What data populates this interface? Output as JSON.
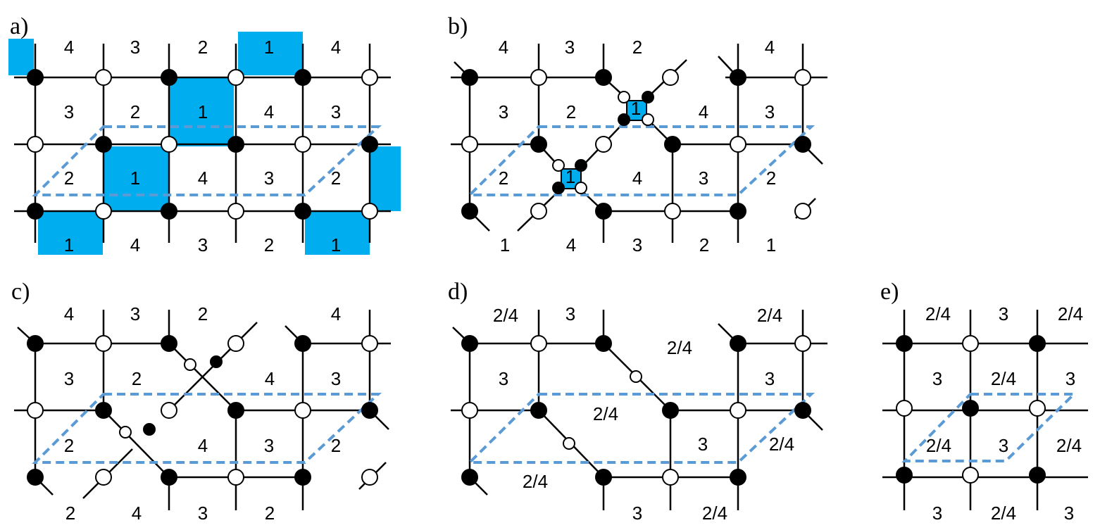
{
  "colors": {
    "face_fill": "#00aeef",
    "edge": "#000000",
    "fundamental_domain": "#5b9bd5",
    "black_node": "#000000",
    "white_node": "#ffffff"
  },
  "panels": [
    {
      "id": "a",
      "label": "a)",
      "faces": [
        "4",
        "3",
        "2",
        "1",
        "4",
        "3",
        "2",
        "1",
        "4",
        "3",
        "2",
        "1",
        "4",
        "3",
        "2",
        "1",
        "4",
        "3",
        "2",
        "1"
      ]
    },
    {
      "id": "b",
      "label": "b)",
      "faces": [
        "4",
        "3",
        "2",
        "4",
        "3",
        "2",
        "1",
        "4",
        "3",
        "2",
        "1",
        "4",
        "3",
        "2",
        "1",
        "4",
        "3",
        "2",
        "1"
      ]
    },
    {
      "id": "c",
      "label": "c)",
      "faces": [
        "4",
        "3",
        "2",
        "4",
        "3",
        "2",
        "4",
        "3",
        "2",
        "4",
        "3",
        "2",
        "2",
        "4",
        "3",
        "2"
      ]
    },
    {
      "id": "d",
      "label": "d)",
      "faces": [
        "2/4",
        "3",
        "2/4",
        "2/4",
        "3",
        "3",
        "2/4",
        "3",
        "2/4",
        "2/4",
        "3",
        "2/4"
      ]
    },
    {
      "id": "e",
      "label": "e)",
      "faces": [
        "2/4",
        "3",
        "2/4",
        "3",
        "2/4",
        "3",
        "2/4",
        "3",
        "2/4",
        "3",
        "2/4",
        "3"
      ]
    }
  ]
}
